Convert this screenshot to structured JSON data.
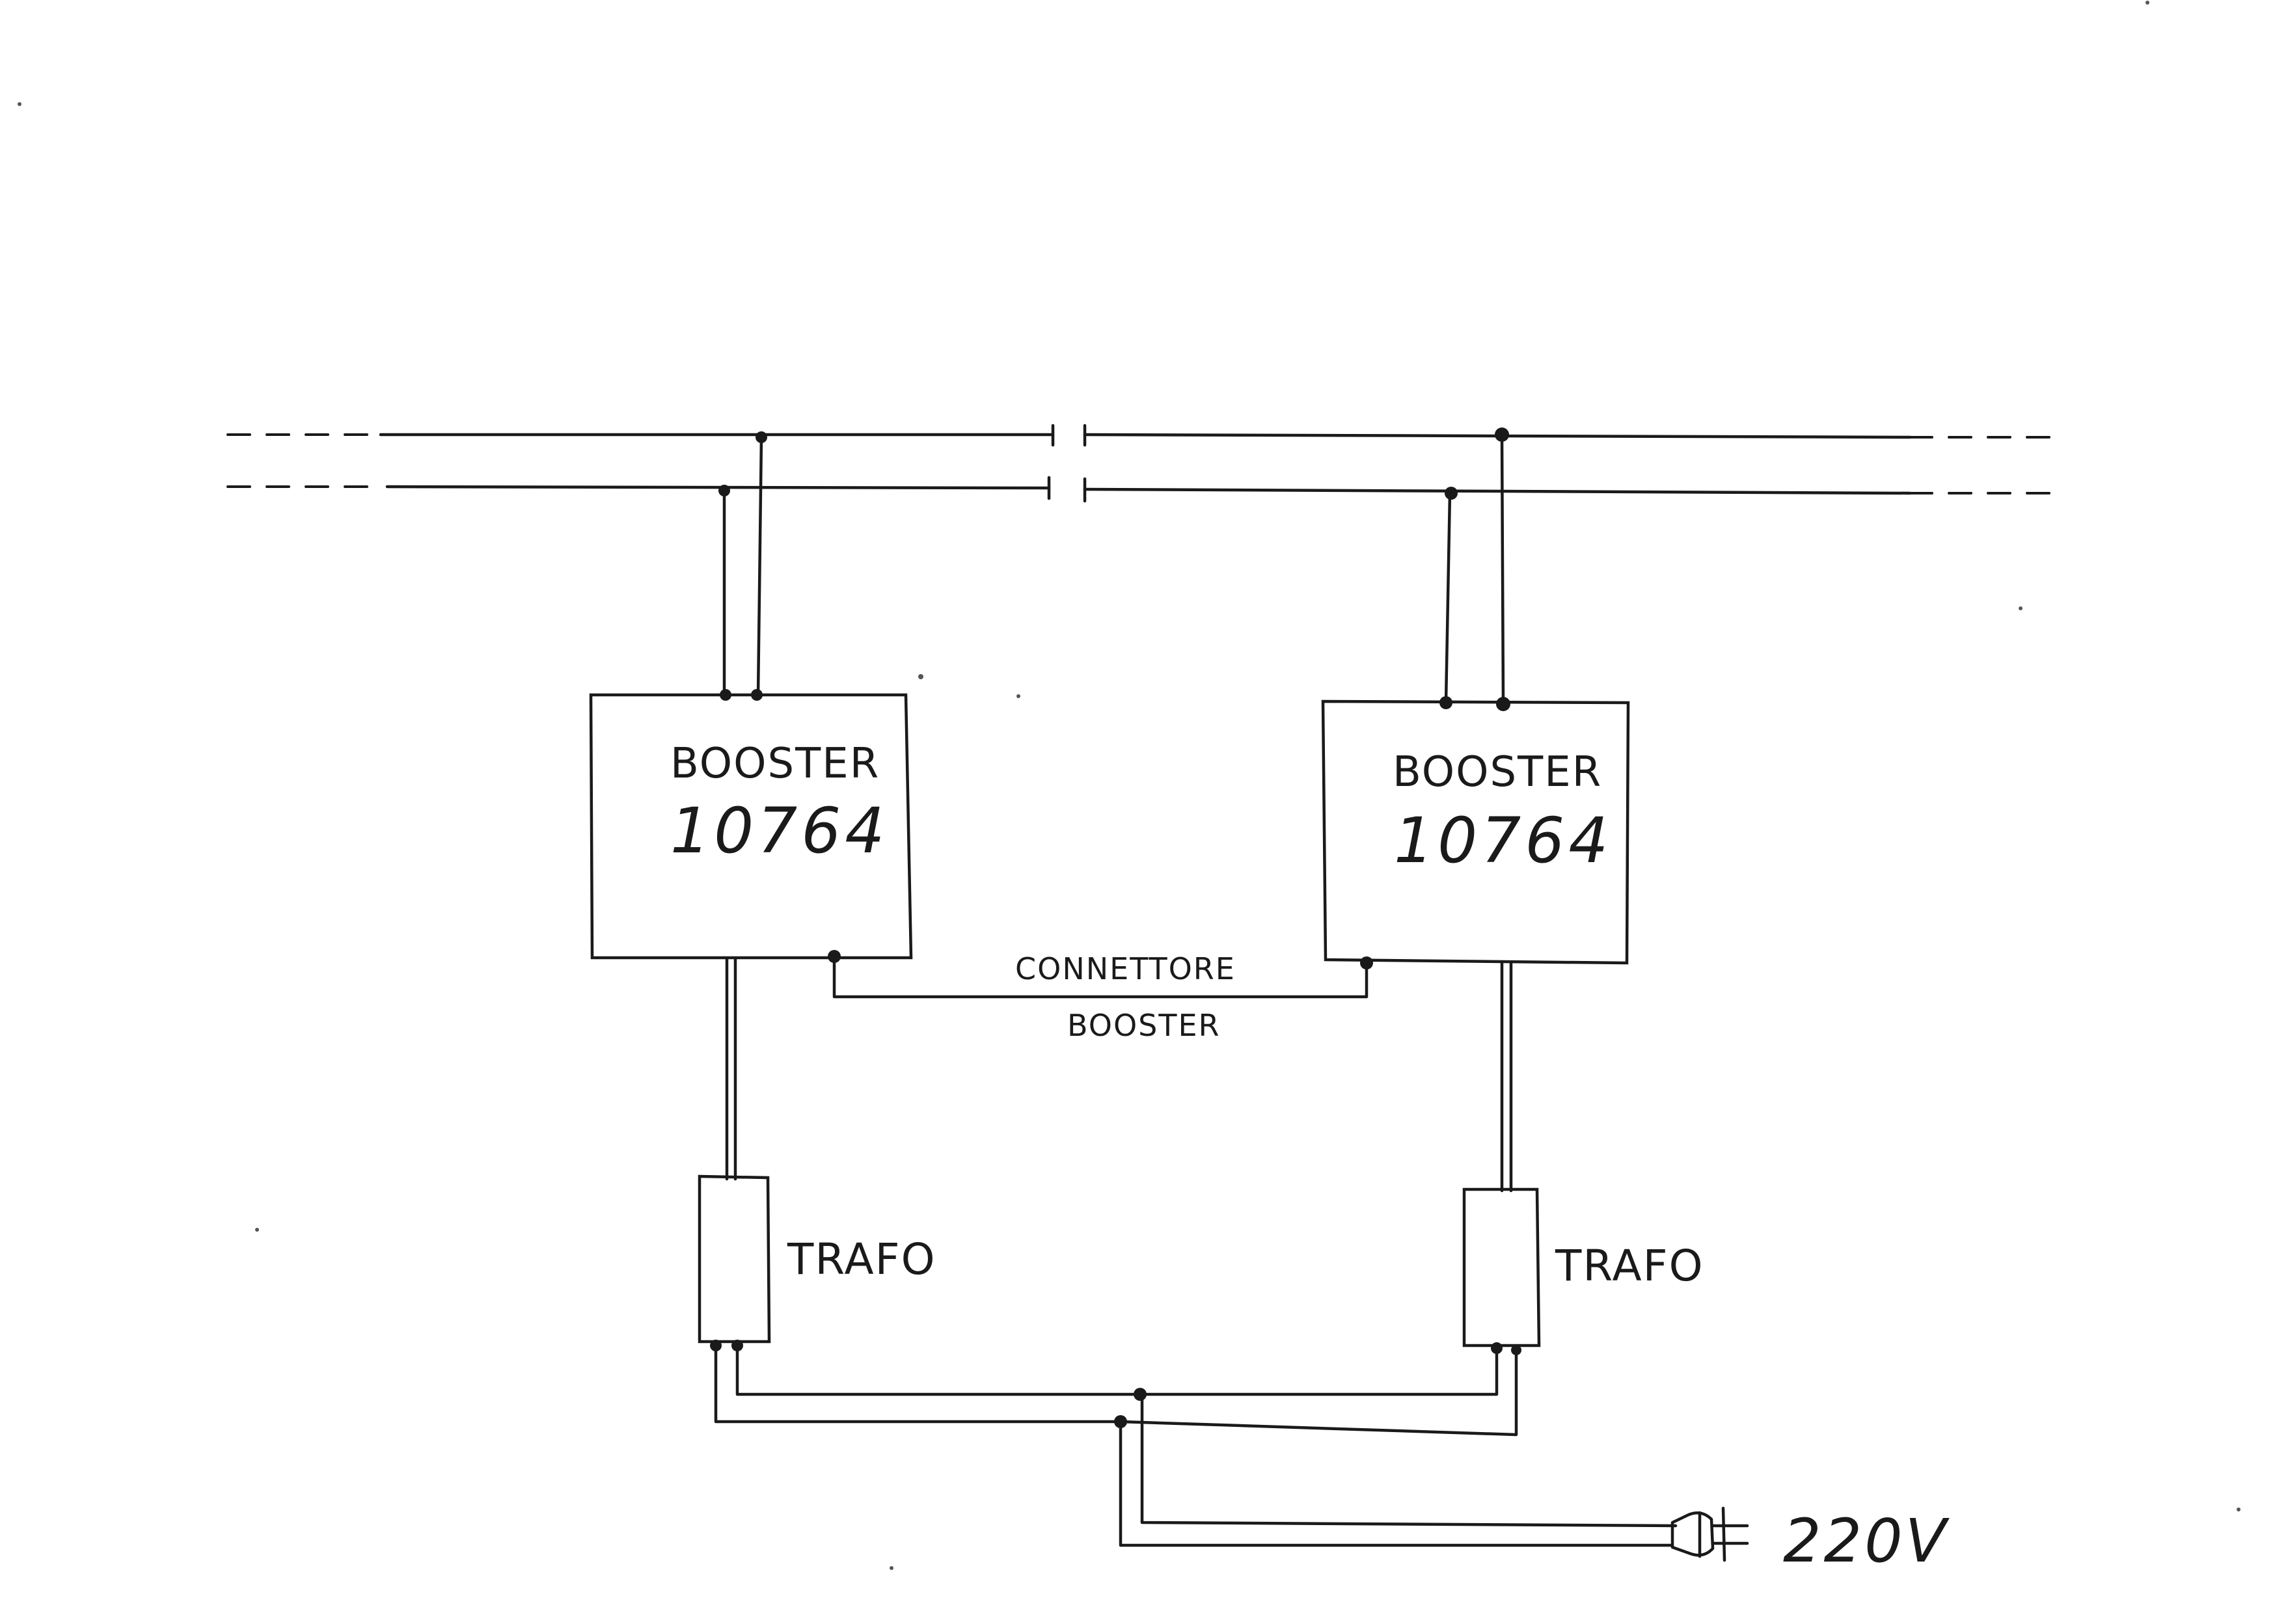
{
  "boosters": [
    {
      "label": "BOOSTER",
      "model": "10764"
    },
    {
      "label": "BOOSTER",
      "model": "10764"
    }
  ],
  "transformers": [
    {
      "label": "TRAFO"
    },
    {
      "label": "TRAFO"
    }
  ],
  "connector": {
    "line1": "CONNETTORE",
    "line2": "BOOSTER"
  },
  "supply": {
    "voltage": "220V"
  },
  "icons": {
    "plug": "power-plug-icon"
  }
}
